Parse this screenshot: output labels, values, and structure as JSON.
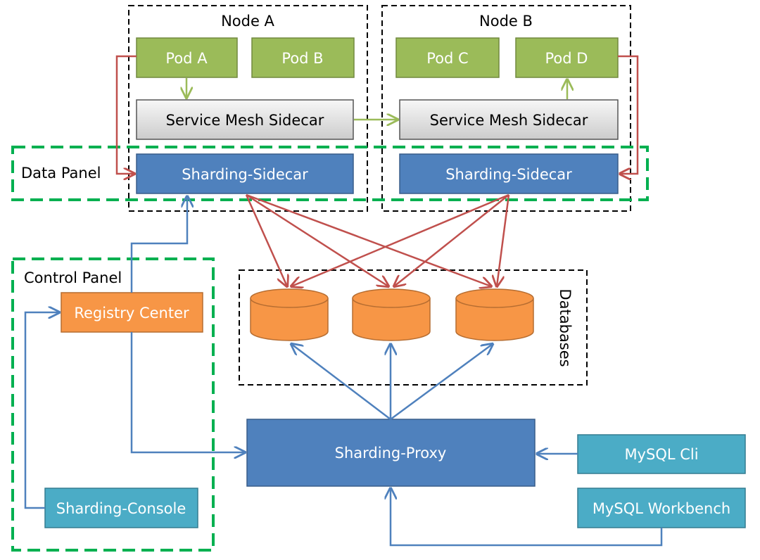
{
  "nodes": {
    "node_a": "Node A",
    "node_b": "Node B",
    "pod_a": "Pod A",
    "pod_b": "Pod B",
    "pod_c": "Pod C",
    "pod_d": "Pod D",
    "mesh_a": "Service Mesh Sidecar",
    "mesh_b": "Service Mesh Sidecar",
    "sharding_sidecar_a": "Sharding-Sidecar",
    "sharding_sidecar_b": "Sharding-Sidecar",
    "data_panel": "Data Panel",
    "control_panel": "Control Panel",
    "registry_center": "Registry Center",
    "sharding_console": "Sharding-Console",
    "databases": "Databases",
    "sharding_proxy": "Sharding-Proxy",
    "mysql_cli": "MySQL Cli",
    "mysql_workbench": "MySQL Workbench"
  },
  "colors": {
    "pod_green": "#9bbb59",
    "pod_green_border": "#71893f",
    "mesh_fill_top": "#f4f4f4",
    "mesh_fill_bottom": "#cfcfcf",
    "blue_box": "#4f81bd",
    "blue_border": "#385d8a",
    "orange": "#f79646",
    "orange_border": "#b66d31",
    "teal": "#4bacc6",
    "teal_border": "#357d91",
    "dashed_green": "#00b050",
    "arrow_blue": "#4f81bd",
    "arrow_red": "#c0504d",
    "arrow_green": "#9bbb59"
  }
}
